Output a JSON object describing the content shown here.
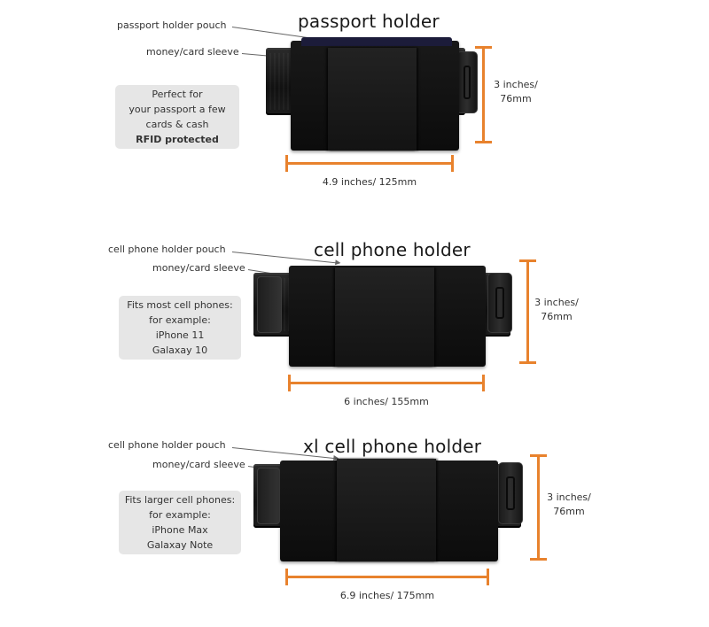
{
  "sections": [
    {
      "title": "passport holder",
      "pouch_label": "passport holder pouch",
      "sleeve_label": "money/card sleeve",
      "info": [
        "Perfect for",
        "your passport a few",
        "cards & cash"
      ],
      "info_strong": "RFID protected",
      "height_line1": "3 inches/",
      "height_line2": "76mm",
      "width": "4.9 inches/ 125mm"
    },
    {
      "title": "cell phone holder",
      "pouch_label": "cell phone holder pouch",
      "sleeve_label": "money/card sleeve",
      "info": [
        "Fits most cell phones:",
        "for example:",
        "iPhone 11",
        "Galaxay 10"
      ],
      "info_strong": "",
      "height_line1": "3 inches/",
      "height_line2": "76mm",
      "width": "6 inches/ 155mm"
    },
    {
      "title": "xl cell phone holder",
      "pouch_label": "cell phone holder pouch",
      "sleeve_label": "money/card sleeve",
      "info": [
        "Fits larger cell phones:",
        "for example:",
        "iPhone Max",
        "Galaxay Note"
      ],
      "info_strong": "",
      "height_line1": "3 inches/",
      "height_line2": "76mm",
      "width": "6.9 inches/ 175mm"
    }
  ],
  "colors": {
    "dimension": "#e8822d",
    "info_box": "#e6e6e6",
    "product": "#141414"
  }
}
